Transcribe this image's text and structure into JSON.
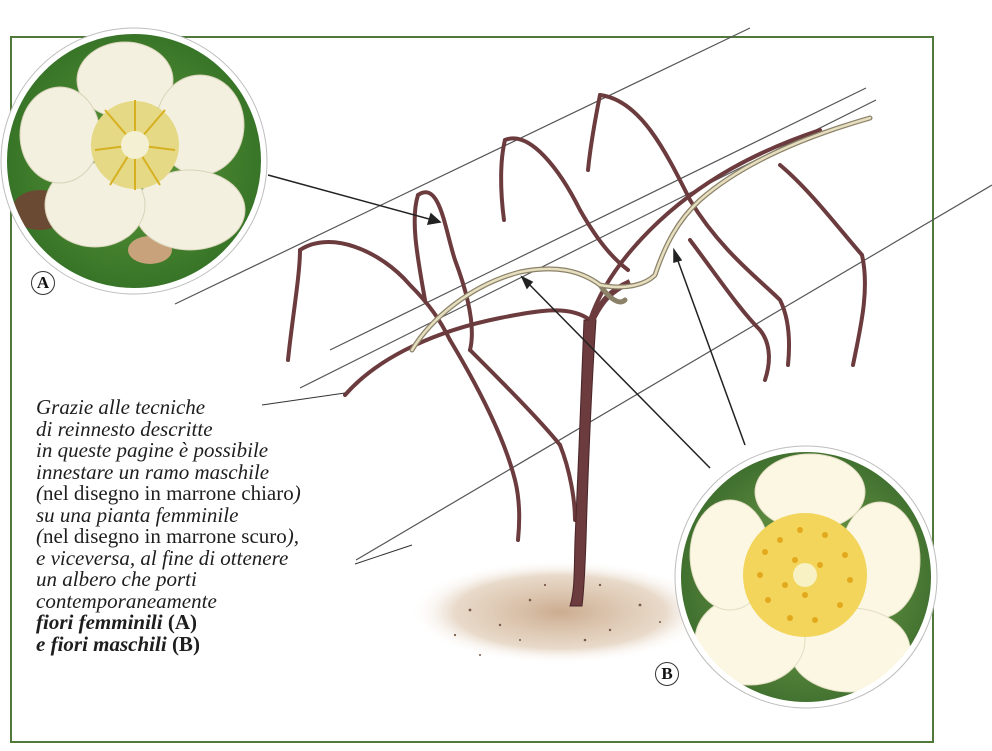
{
  "colors": {
    "frame": "#4f7a3a",
    "female_branch": "#6b3b3e",
    "male_branch": "#d8cfa8",
    "soil": "#c9a88a",
    "flower_a_petal": "#f3f0e0",
    "flower_b_petal": "#fbf7e3",
    "stamen": "#e3b92c",
    "leaf_bg": "#3e7d2c"
  },
  "labels": {
    "a": "A",
    "b": "B"
  },
  "caption": {
    "line1": "Grazie alle tecniche",
    "line2": "di reinnesto descritte",
    "line3": "in queste pagine è possibile",
    "line4": "innestare un ramo maschile",
    "line5_open": "(",
    "line5_text": "nel disegno in marrone chiaro",
    "line5_close": ")",
    "line6": "su una pianta femminile",
    "line7_open": "(",
    "line7_text": "nel disegno in marrone scuro",
    "line7_close": "),",
    "line8_a": "e viceversa, al ",
    "line8_b": "fi",
    "line8_c": "ne di ottenere",
    "line9": "un albero che porti",
    "line10": "contemporaneamente",
    "line11_a": "fiori femminili",
    "line11_b": " (A)",
    "line12_a": "e ",
    "line12_b": "fiori maschili",
    "line12_c": " (B)"
  },
  "icons": {
    "flower_a": "female-kiwi-flower-photo",
    "flower_b": "male-kiwi-flower-photo"
  }
}
